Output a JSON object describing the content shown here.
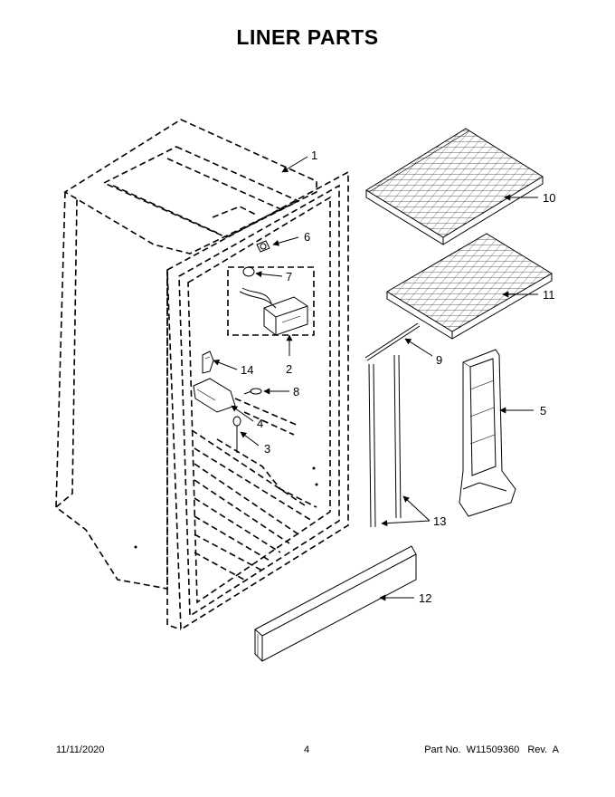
{
  "page": {
    "title": "LINER PARTS"
  },
  "callouts": [
    {
      "id": "1",
      "label": "1"
    },
    {
      "id": "2",
      "label": "2"
    },
    {
      "id": "3",
      "label": "3"
    },
    {
      "id": "4",
      "label": "4"
    },
    {
      "id": "5",
      "label": "5"
    },
    {
      "id": "6",
      "label": "6"
    },
    {
      "id": "7",
      "label": "7"
    },
    {
      "id": "8",
      "label": "8"
    },
    {
      "id": "9",
      "label": "9"
    },
    {
      "id": "10",
      "label": "10"
    },
    {
      "id": "11",
      "label": "11"
    },
    {
      "id": "12",
      "label": "12"
    },
    {
      "id": "13",
      "label": "13"
    },
    {
      "id": "14",
      "label": "14"
    }
  ],
  "footer": {
    "date": "11/11/2020",
    "page_number": "4",
    "part_info": "Part No.  W11509360   Rev.  A"
  }
}
